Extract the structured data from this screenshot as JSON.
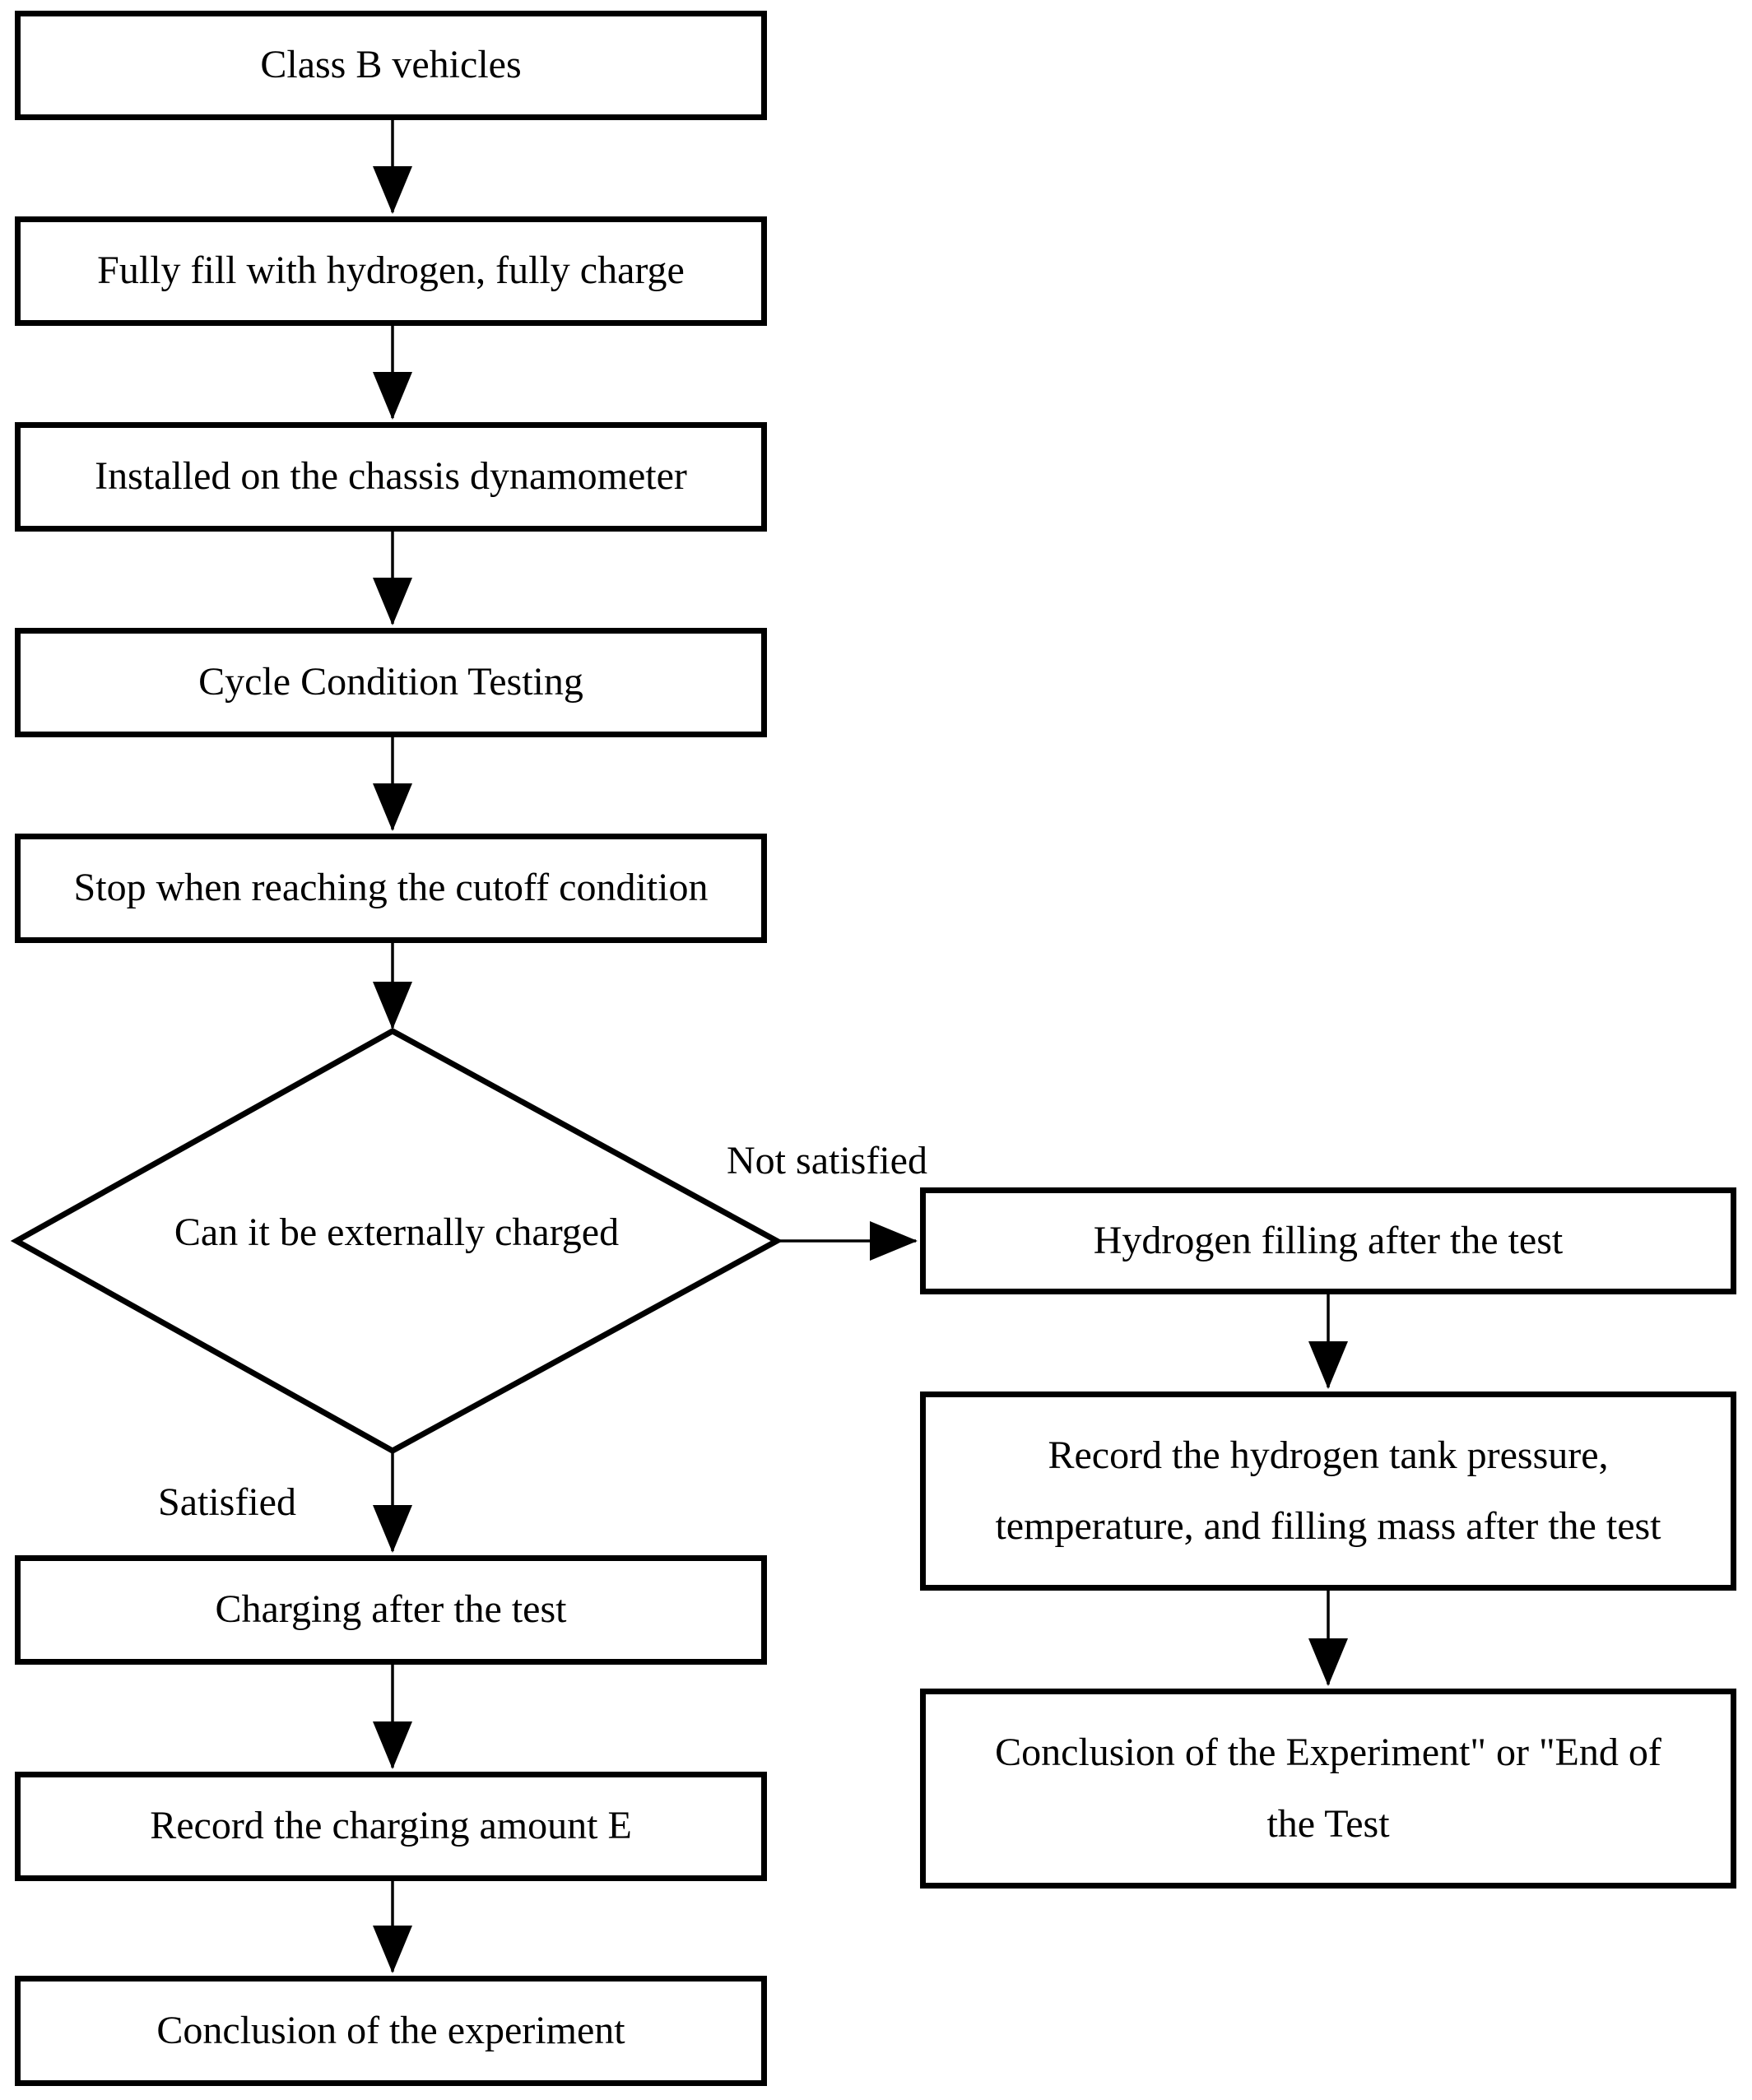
{
  "diagram": {
    "type": "flowchart",
    "flow": {
      "main_steps": [
        {
          "label": "Class B vehicles"
        },
        {
          "label": "Fully fill with hydrogen, fully charge"
        },
        {
          "label": "Installed on the chassis dynamometer"
        },
        {
          "label": "Cycle Condition Testing"
        },
        {
          "label": "Stop when reaching the cutoff condition"
        }
      ],
      "decision": {
        "label": "Can it be externally charged"
      },
      "satisfied_branch": {
        "edge_label": "Satisfied",
        "steps": [
          {
            "label": "Charging after the test"
          },
          {
            "label": "Record the charging amount E"
          },
          {
            "label": "Conclusion of the experiment"
          }
        ]
      },
      "not_satisfied_branch": {
        "edge_label": "Not satisfied",
        "steps": [
          {
            "label": "Hydrogen filling after the test"
          },
          {
            "lines": [
              "Record the hydrogen tank pressure,",
              "temperature, and filling mass after the test"
            ]
          },
          {
            "lines": [
              "Conclusion of the Experiment\" or \"End of",
              "the Test"
            ]
          }
        ]
      }
    },
    "colors": {
      "line": "#000000",
      "box_border": "#000000",
      "box_fill": "#ffffff",
      "background": "#ffffff",
      "text": "#000000"
    }
  }
}
